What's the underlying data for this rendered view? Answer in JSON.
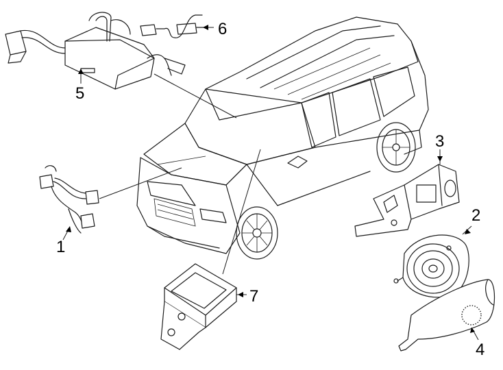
{
  "diagram": {
    "callouts": [
      {
        "id": "1",
        "label": "1"
      },
      {
        "id": "2",
        "label": "2"
      },
      {
        "id": "3",
        "label": "3"
      },
      {
        "id": "4",
        "label": "4"
      },
      {
        "id": "5",
        "label": "5"
      },
      {
        "id": "6",
        "label": "6"
      },
      {
        "id": "7",
        "label": "7"
      }
    ]
  },
  "colors": {
    "line": "#1a1a1a",
    "background": "#ffffff"
  }
}
